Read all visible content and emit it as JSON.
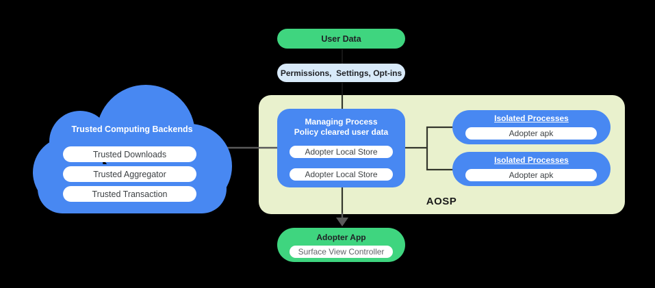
{
  "colors": {
    "background": "#000000",
    "blue": "#4888F2",
    "green": "#3FD57F",
    "light_blue": "#D8EAF9",
    "light_green": "#E9F1CD",
    "pill_white": "#FFFFFF",
    "connector_gray": "#5A5A5A",
    "connector_dark": "#33362C"
  },
  "flow": {
    "user_data_label": "User Data",
    "permissions_label": "Permissions,  Settings, Opt-ins"
  },
  "cloud": {
    "title": "Trusted Computing Backends",
    "items": [
      "Trusted Downloads",
      "Trusted Aggregator",
      "Trusted Transaction"
    ]
  },
  "aosp": {
    "label": "AOSP",
    "managing_process": {
      "title_line1": "Managing Process",
      "title_line2": "Policy cleared user data",
      "items": [
        "Adopter Local Store",
        "Adopter Local Store"
      ]
    },
    "isolated_processes": [
      {
        "title": "Isolated Processes",
        "item": "Adopter apk"
      },
      {
        "title": "Isolated Processes",
        "item": "Adopter apk"
      }
    ]
  },
  "adopter_app": {
    "title": "Adopter App",
    "item": "Surface View Controller"
  }
}
